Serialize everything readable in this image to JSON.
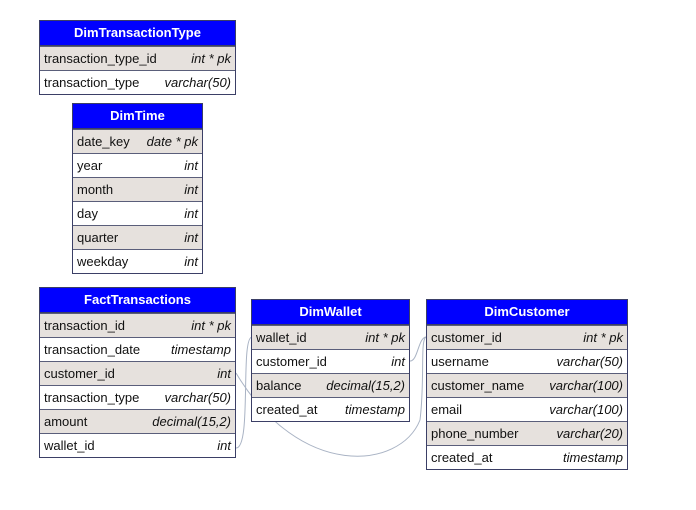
{
  "colors": {
    "header_bg": "#0000ff",
    "header_text": "#ffffff",
    "row_shaded": "#e6e1dd",
    "border": "#3b3f66",
    "connector": "#a9b3c4"
  },
  "entities": [
    {
      "id": "dim_transaction_type",
      "title": "DimTransactionType",
      "columns": [
        {
          "name": "transaction_type_id",
          "type": "int *  pk"
        },
        {
          "name": "transaction_type",
          "type": "varchar(50)"
        }
      ]
    },
    {
      "id": "dim_time",
      "title": "DimTime",
      "columns": [
        {
          "name": "date_key",
          "type": "date *  pk"
        },
        {
          "name": "year",
          "type": "int"
        },
        {
          "name": "month",
          "type": "int"
        },
        {
          "name": "day",
          "type": "int"
        },
        {
          "name": "quarter",
          "type": "int"
        },
        {
          "name": "weekday",
          "type": "int"
        }
      ]
    },
    {
      "id": "fact_transactions",
      "title": "FactTransactions",
      "columns": [
        {
          "name": "transaction_id",
          "type": "int *  pk"
        },
        {
          "name": "transaction_date",
          "type": "timestamp"
        },
        {
          "name": "customer_id",
          "type": "int"
        },
        {
          "name": "transaction_type",
          "type": "varchar(50)"
        },
        {
          "name": "amount",
          "type": "decimal(15,2)"
        },
        {
          "name": "wallet_id",
          "type": "int"
        }
      ]
    },
    {
      "id": "dim_wallet",
      "title": "DimWallet",
      "columns": [
        {
          "name": "wallet_id",
          "type": "int *  pk"
        },
        {
          "name": "customer_id",
          "type": "int"
        },
        {
          "name": "balance",
          "type": "decimal(15,2)"
        },
        {
          "name": "created_at",
          "type": "timestamp"
        }
      ]
    },
    {
      "id": "dim_customer",
      "title": "DimCustomer",
      "columns": [
        {
          "name": "customer_id",
          "type": "int *  pk"
        },
        {
          "name": "username",
          "type": "varchar(50)"
        },
        {
          "name": "customer_name",
          "type": "varchar(100)"
        },
        {
          "name": "email",
          "type": "varchar(100)"
        },
        {
          "name": "phone_number",
          "type": "varchar(20)"
        },
        {
          "name": "created_at",
          "type": "timestamp"
        }
      ]
    }
  ]
}
